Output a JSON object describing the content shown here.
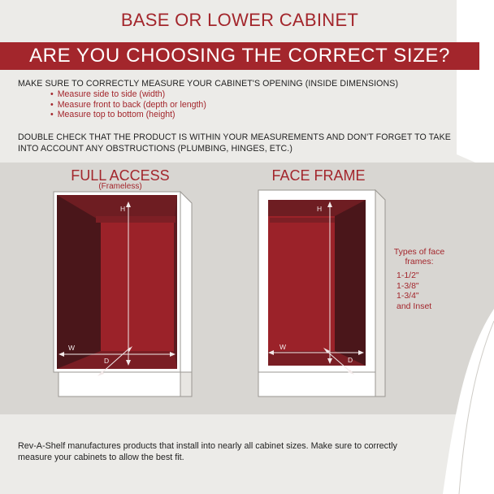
{
  "header": {
    "title": "BASE OR LOWER CABINET",
    "banner": "ARE YOU CHOOSING THE CORRECT SIZE?"
  },
  "instructions": {
    "intro": "MAKE SURE TO CORRECTLY MEASURE YOUR CABINET'S OPENING (INSIDE DIMENSIONS)",
    "bullets": [
      "Measure side to side (width)",
      "Measure front to back (depth or length)",
      "Measure top to bottom (height)"
    ],
    "note": "DOUBLE CHECK THAT THE PRODUCT IS WITHIN YOUR MEASUREMENTS AND DON'T FORGET TO TAKE INTO ACCOUNT ANY OBSTRUCTIONS (PLUMBING, HINGES, ETC.)"
  },
  "diagrams": {
    "full_access": {
      "title": "FULL ACCESS",
      "subtitle": "(Frameless)",
      "labels": {
        "h": "H",
        "w": "W",
        "d": "D"
      }
    },
    "face_frame": {
      "title": "FACE FRAME",
      "labels": {
        "h": "H",
        "w": "W",
        "d": "D"
      }
    },
    "frame_types": {
      "heading": "Types of face frames:",
      "sizes": [
        "1-1/2\"",
        "1-3/8\"",
        "1-3/4\"",
        "and Inset"
      ]
    }
  },
  "footer": "Rev-A-Shelf manufactures products that install into nearly all cabinet sizes. Make sure to correctly measure your cabinets to allow the best fit.",
  "colors": {
    "brand_red": "#a3262c",
    "cabinet_dark": "#5a1a1f",
    "cabinet_mid": "#8e1f26",
    "panel_grey": "#d8d6d2"
  }
}
